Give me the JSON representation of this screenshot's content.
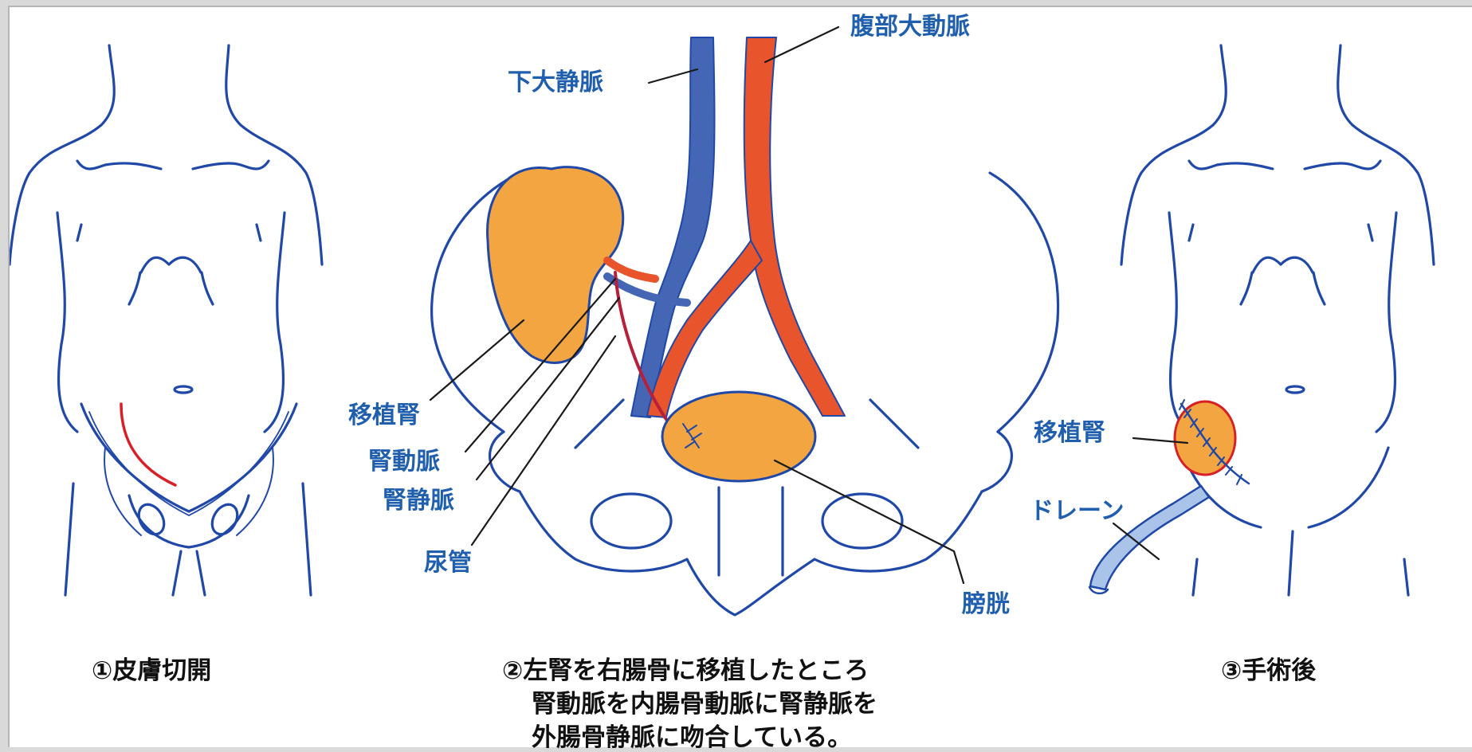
{
  "colors": {
    "outline": "#1f48a8",
    "label_blue": "#1f5fae",
    "kidney": "#f2a541",
    "artery": "#e8542c",
    "vein": "#4466b5",
    "incision": "#d81f26",
    "drain": "#a9c4e8",
    "leader": "#1a1a1a"
  },
  "labels": {
    "ivc": "下大静脈",
    "aorta": "腹部大動脈",
    "graft_kidney": "移植腎",
    "renal_artery": "腎動脈",
    "renal_vein": "腎静脈",
    "ureter": "尿管",
    "bladder": "膀胱",
    "graft_kidney_post": "移植腎",
    "drain": "ドレーン"
  },
  "captions": {
    "step1": "①皮膚切開",
    "step2_line1": "②左腎を右腸骨に移植したところ",
    "step2_line2": "腎動脈を内腸骨動脈に腎静脈を",
    "step2_line3": "外腸骨静脈に吻合している。",
    "step3": "③手術後"
  }
}
